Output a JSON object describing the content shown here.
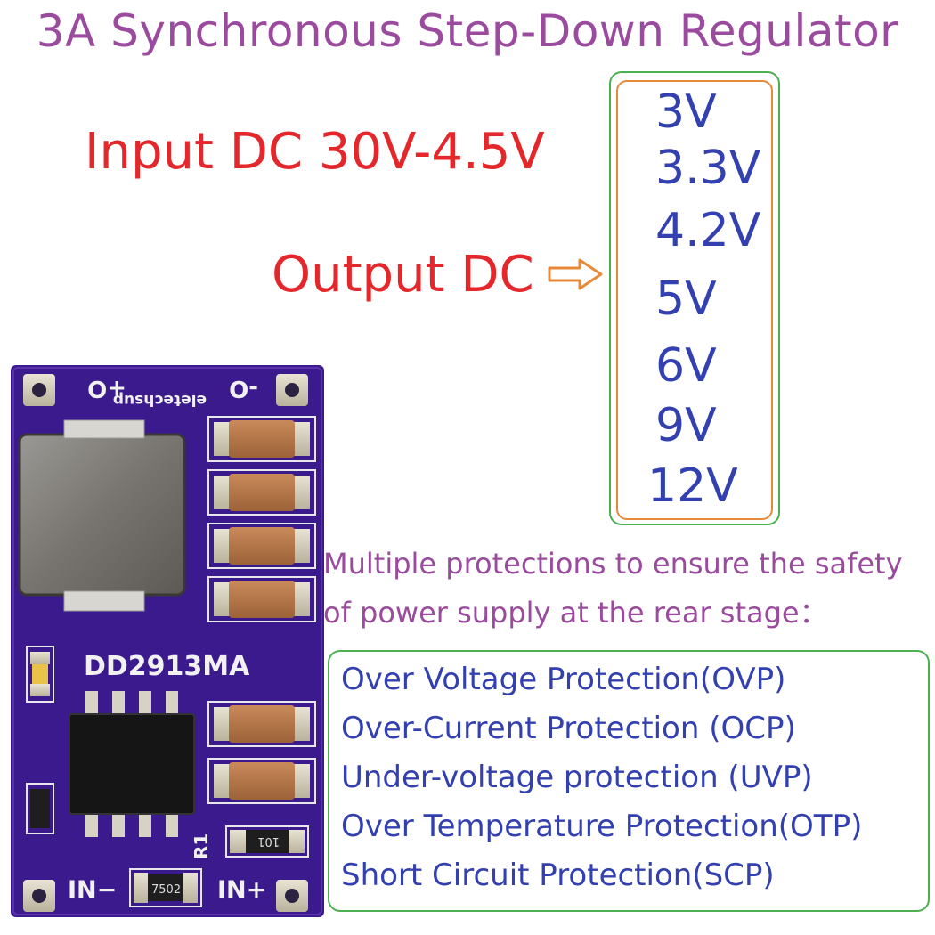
{
  "title": "3A Synchronous Step-Down Regulator",
  "input": "Input DC 30V-4.5V",
  "output": "Output DC",
  "voltages": [
    "3V",
    "3.3V",
    "4.2V",
    "5V",
    "6V",
    "9V",
    "12V"
  ],
  "protection_intro": [
    "Multiple protections to ensure the safety",
    "of power supply at the rear stage："
  ],
  "protections": [
    "Over Voltage Protection(OVP)",
    "Over-Current Protection (OCP)",
    "Under-voltage protection (UVP)",
    "Over Temperature Protection(OTP)",
    "Short Circuit Protection(SCP)"
  ],
  "board": {
    "brand": "eletechsup",
    "model": "DD2913MA",
    "out_plus": "+O",
    "out_minus": "-O",
    "in_minus": "IN−",
    "in_plus": "IN+",
    "r1": "R1",
    "r_code_1": "7502",
    "r_code_2": "101"
  },
  "colors": {
    "title": "#9b4b9e",
    "red_text": "#e3272b",
    "blue_text": "#3340b0",
    "green_border": "#4caf50",
    "orange_border": "#e8893a",
    "pcb": "#3a1a8c"
  }
}
